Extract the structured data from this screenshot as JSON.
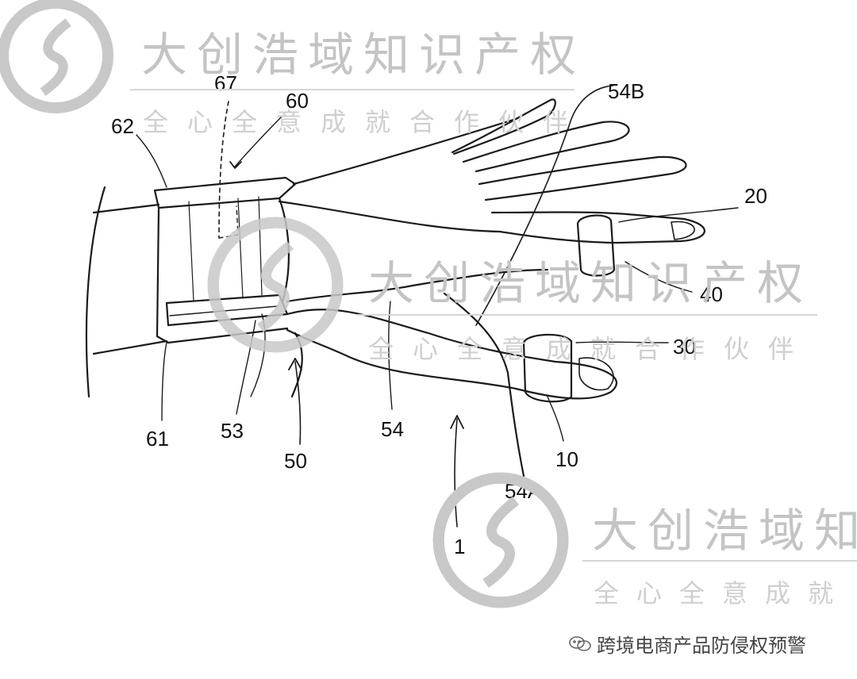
{
  "labels": {
    "l67": "67",
    "l60": "60",
    "l62": "62",
    "l54B": "54B",
    "l20": "20",
    "l40": "40",
    "l30": "30",
    "l10": "10",
    "l61": "61",
    "l53": "53",
    "l54": "54",
    "l50": "50",
    "l54A": "54A",
    "l1": "1"
  },
  "watermark": {
    "brand": "大创浩域知识产权",
    "brand_short": "大创浩域知",
    "slogan": "全心全意成就合作伙伴",
    "slogan_short": "全心全意成就",
    "logo_color": "#c8c8c8"
  },
  "footer": {
    "account": "跨境电商产品防侵权预警",
    "icon": "wechat-icon"
  },
  "colors": {
    "line": "#1a1a1a",
    "watermark": "#c4c4c4"
  }
}
